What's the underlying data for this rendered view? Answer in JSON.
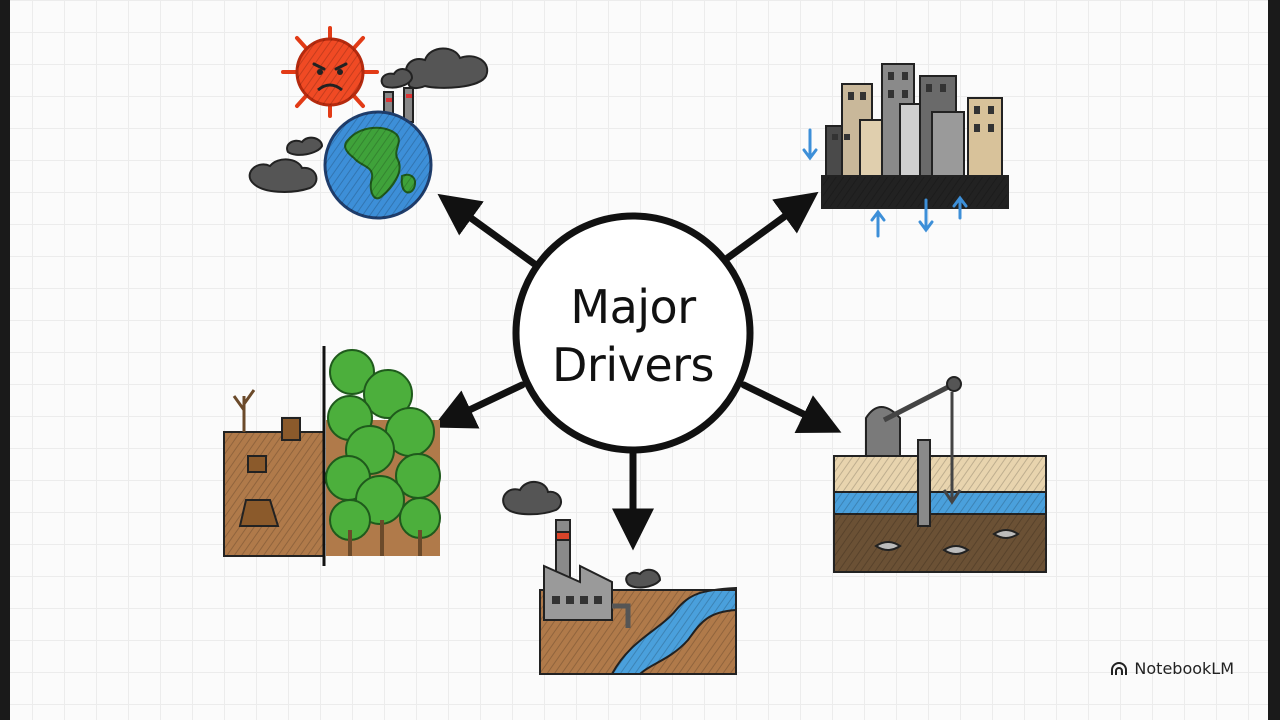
{
  "center": {
    "line1": "Major",
    "line2": "Drivers"
  },
  "brand": {
    "name": "NotebookLM"
  },
  "colors": {
    "ink": "#111111",
    "sun": "#f04a24",
    "ocean": "#3d8fd8",
    "land": "#3fa23a",
    "smoke": "#5a5a5a",
    "soil": "#b07a4a",
    "tree": "#4caf3c",
    "water": "#4aa0dc"
  },
  "icons": [
    "climate-change-icon",
    "urbanization-icon",
    "deforestation-icon",
    "groundwater-extraction-icon",
    "industrial-pollution-icon",
    "notebooklm-logo-icon"
  ]
}
